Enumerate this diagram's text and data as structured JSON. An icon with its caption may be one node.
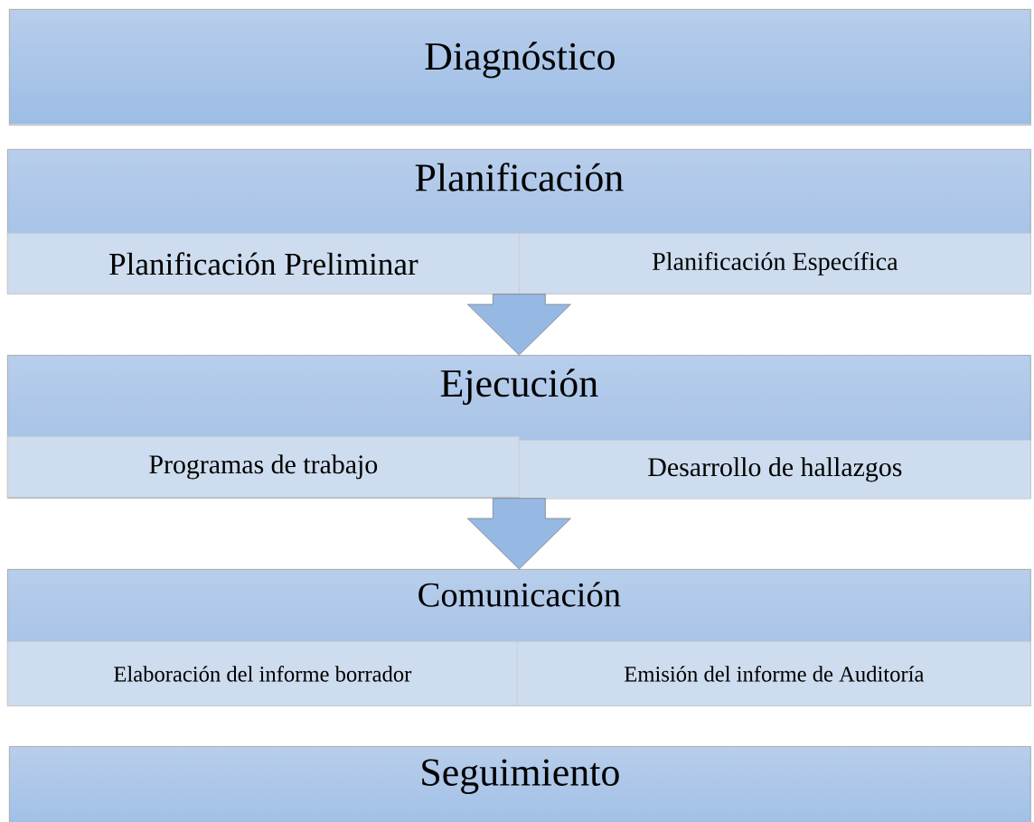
{
  "diagram": {
    "nodes": [
      {
        "text": [
          "Diagnóstico"
        ]
      },
      {
        "text": [
          "Planificación"
        ]
      },
      {
        "text": [
          "Planificación Preliminar"
        ],
        "in": 1
      },
      {
        "text": [
          "Planificación Específica"
        ],
        "in": 1
      },
      {
        "text": [
          "Ejecución"
        ]
      },
      {
        "text": [
          "Programas de trabajo"
        ],
        "in": 4
      },
      {
        "text": [
          "Desarrollo de hallazgos"
        ],
        "in": 4
      },
      {
        "text": [
          "Comunicación"
        ]
      },
      {
        "text": [
          "Elaboración del informe borrador"
        ],
        "in": 7
      },
      {
        "text": [
          "Emisión del informe de Auditoría"
        ],
        "in": 7
      },
      {
        "text": [
          "Seguimiento"
        ]
      }
    ],
    "edges": [
      {
        "from": 1,
        "to": 4,
        "arrow": "to"
      },
      {
        "from": 4,
        "to": 7,
        "arrow": "to"
      }
    ]
  }
}
